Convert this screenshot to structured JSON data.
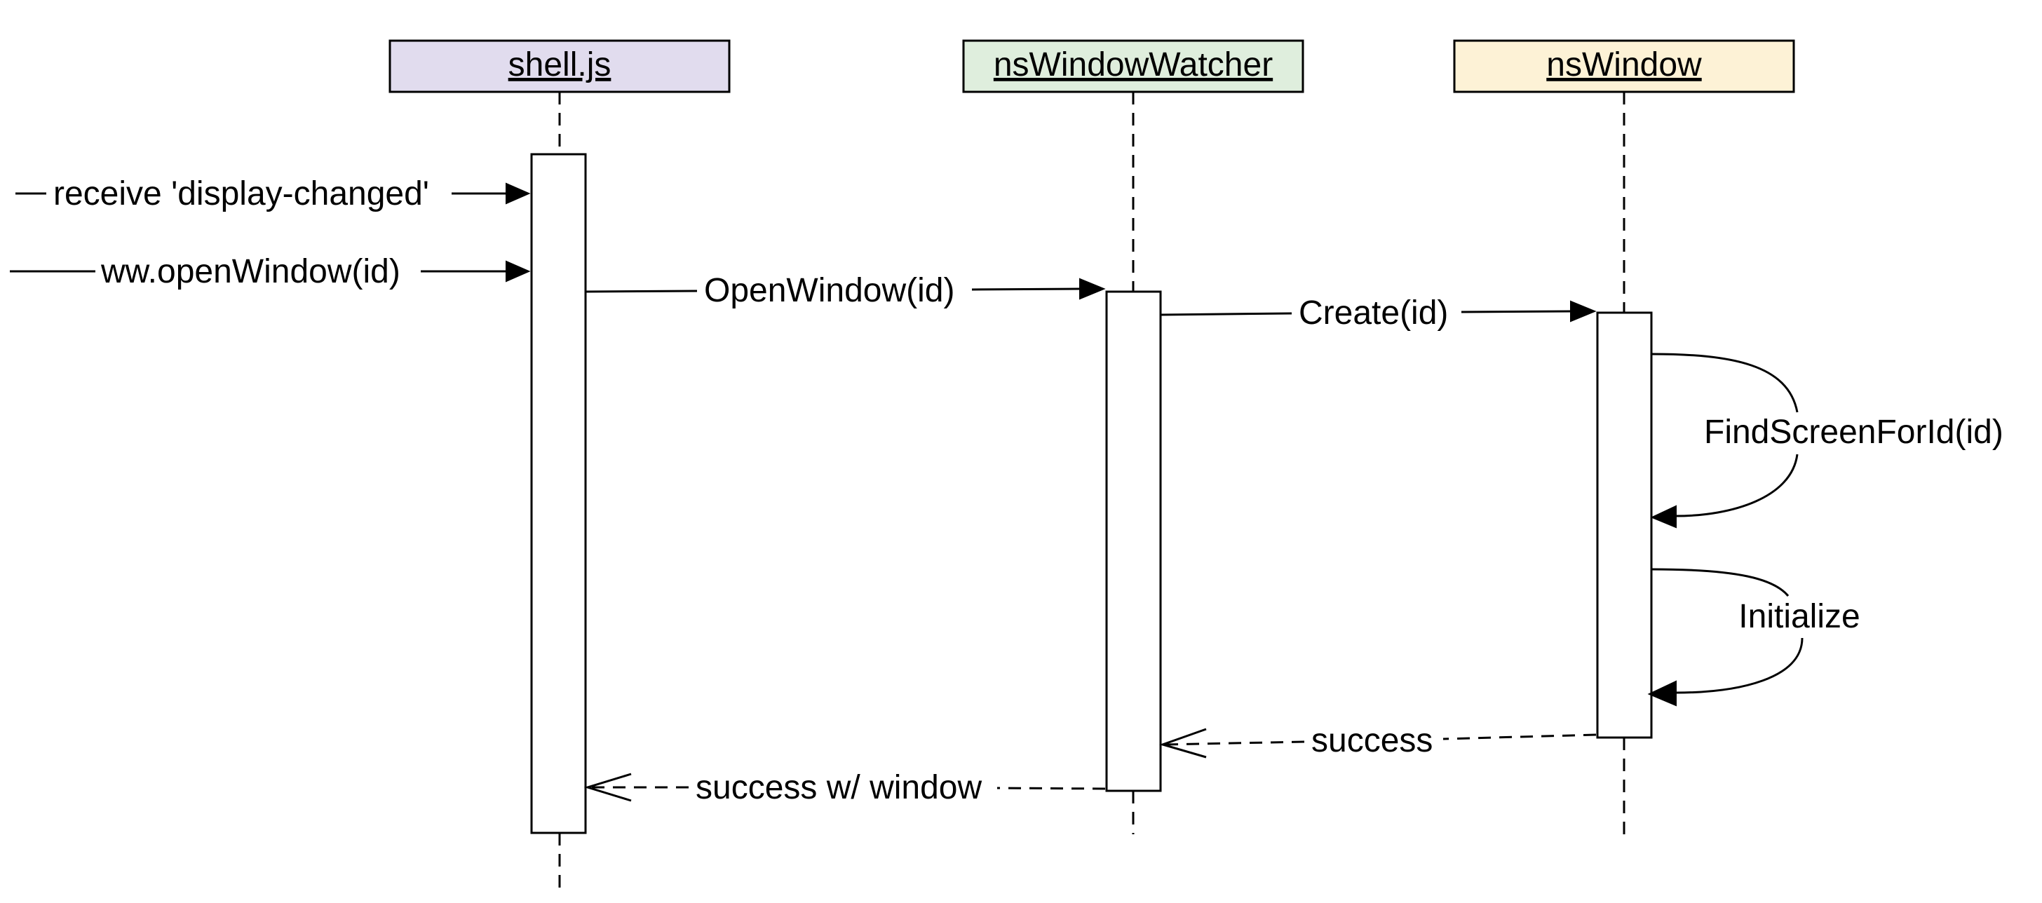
{
  "participants": {
    "shell": {
      "label": "shell.js",
      "color": "#e1dcee"
    },
    "watcher": {
      "label": "nsWindowWatcher",
      "color": "#dfeedd"
    },
    "window": {
      "label": "nsWindow",
      "color": "#fdf2d6"
    }
  },
  "messages": {
    "receive_display_changed": "receive 'display-changed'",
    "ww_open_window": "ww.openWindow(id)",
    "open_window": "OpenWindow(id)",
    "create": "Create(id)",
    "find_screen": "FindScreenForId(id)",
    "initialize": "Initialize",
    "success": "success",
    "success_window": "success w/ window"
  }
}
